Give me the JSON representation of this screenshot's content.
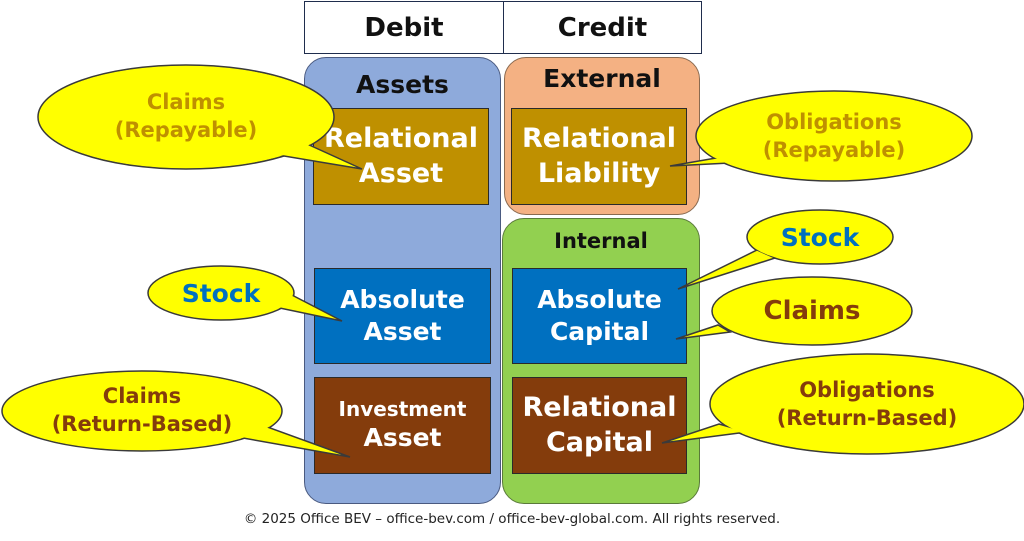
{
  "header": {
    "debit": "Debit",
    "credit": "Credit"
  },
  "panels": {
    "assets": "Assets",
    "external": "External",
    "internal": "Internal"
  },
  "boxes": {
    "relational_asset": [
      "Relational",
      "Asset"
    ],
    "absolute_asset": [
      "Absolute",
      "Asset"
    ],
    "investment_asset": [
      "Investment",
      "Asset"
    ],
    "relational_liability": [
      "Relational",
      "Liability"
    ],
    "absolute_capital": [
      "Absolute",
      "Capital"
    ],
    "relational_capital": [
      "Relational",
      "Capital"
    ]
  },
  "callouts": {
    "claims_repayable": [
      "Claims",
      "(Repayable)"
    ],
    "stock_left": [
      "Stock"
    ],
    "claims_return_based": [
      "Claims",
      "(Return-Based)"
    ],
    "obligations_repayable": [
      "Obligations",
      "(Repayable)"
    ],
    "stock_right": [
      "Stock"
    ],
    "claims_right": [
      "Claims"
    ],
    "obligations_return_based": [
      "Obligations",
      "(Return-Based)"
    ]
  },
  "footer": "© 2025 Office BEV – office-bev.com / office-bev-global.com. All rights reserved.",
  "colors": {
    "assets_panel": "#8eaadb",
    "external_panel": "#f4b183",
    "internal_panel": "#92d050",
    "gold_box": "#bf9000",
    "blue_box": "#0070c0",
    "brown_box": "#843c0c",
    "callout_fill": "#ffff00",
    "callout_gold_text": "#bf9000",
    "callout_blue_text": "#0070c0",
    "callout_brown_text": "#843c0c"
  }
}
